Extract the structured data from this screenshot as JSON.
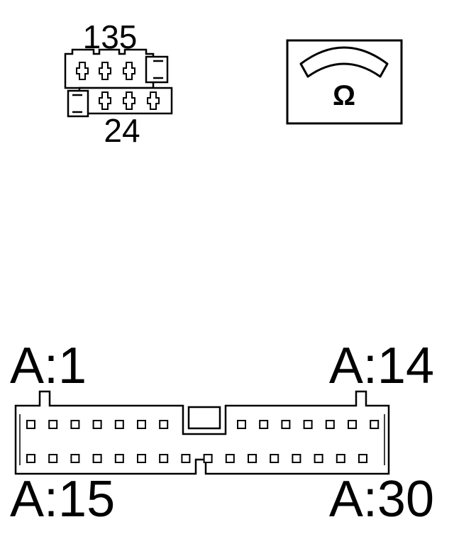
{
  "small_connector": {
    "top_pin_label": "135",
    "bottom_pin_label": "24"
  },
  "ohmmeter": {
    "symbol": "Ω",
    "icon": "ohmmeter-icon"
  },
  "large_connector": {
    "label_top_left": "A:1",
    "label_top_right": "A:14",
    "label_bottom_left": "A:15",
    "label_bottom_right": "A:30"
  }
}
